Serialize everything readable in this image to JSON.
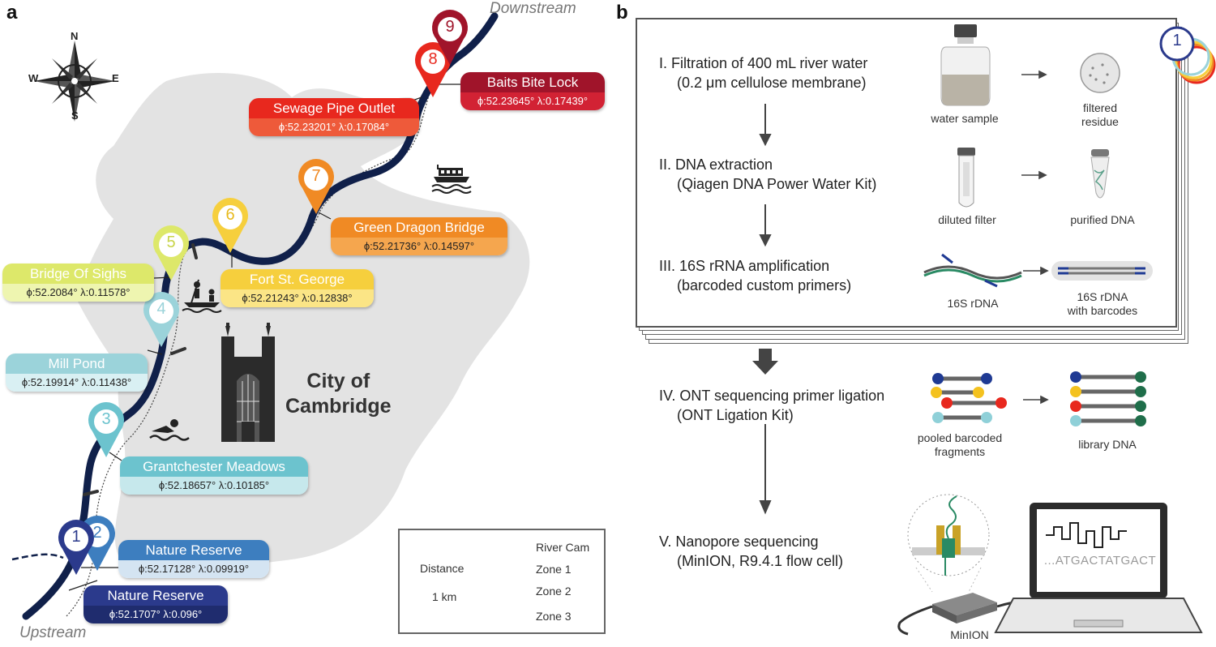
{
  "panel_a": {
    "letter": "a",
    "compass": {
      "n": "N",
      "s": "S",
      "e": "E",
      "w": "W"
    },
    "downstream": "Downstream",
    "upstream": "Upstream",
    "city": "City of\nCambridge",
    "sites": [
      {
        "num": "1",
        "name": "Nature Reserve",
        "coords": "ϕ:52.1707° λ:0.096°",
        "color": "#2b3a8c",
        "coordColor": "#1f2c6e"
      },
      {
        "num": "2",
        "name": "Nature Reserve",
        "coords": "ϕ:52.17128° λ:0.09919°",
        "color": "#3d7ebf",
        "coordColor": "#d4e4f2"
      },
      {
        "num": "3",
        "name": "Grantchester Meadows",
        "coords": "ϕ:52.18657° λ:0.10185°",
        "color": "#6cc3ce",
        "coordColor": "#c6e8ec"
      },
      {
        "num": "4",
        "name": "Mill Pond",
        "coords": "ϕ:52.19914° λ:0.11438°",
        "color": "#9bd3da",
        "coordColor": "#d9f0f3"
      },
      {
        "num": "5",
        "name": "Bridge Of Sighs",
        "coords": "ϕ:52.2084° λ:0.11578°",
        "color": "#dde86a",
        "coordColor": "#eef5b0"
      },
      {
        "num": "6",
        "name": "Fort St. George",
        "coords": "ϕ:52.21243° λ:0.12838°",
        "color": "#f6cf3d",
        "coordColor": "#fbe586"
      },
      {
        "num": "7",
        "name": "Green Dragon Bridge",
        "coords": "ϕ:52.21736° λ:0.14597°",
        "color": "#f08a24",
        "coordColor": "#f5a64e"
      },
      {
        "num": "8",
        "name": "Sewage Pipe Outlet",
        "coords": "ϕ:52.23201° λ:0.17084°",
        "color": "#e8281e",
        "coordColor": "#ee5a3a"
      },
      {
        "num": "9",
        "name": "Baits Bite Lock",
        "coords": "ϕ:52.23645° λ:0.17439°",
        "color": "#a0142a",
        "coordColor": "#d22234"
      }
    ],
    "legend": {
      "distance": "Distance",
      "scale": "1 km",
      "river": "River Cam",
      "zone1": "Zone 1",
      "zone2": "Zone 2",
      "zone3": "Zone 3",
      "river_color": "#10204a"
    }
  },
  "panel_b": {
    "letter": "b",
    "stack_badge": "1",
    "steps": [
      {
        "title": "I. Filtration of 400 mL river water",
        "sub": "(0.2 μm cellulose membrane)"
      },
      {
        "title": "II. DNA extraction",
        "sub": "(Qiagen DNA Power Water Kit)"
      },
      {
        "title": "III. 16S rRNA amplification",
        "sub": "(barcoded custom primers)"
      },
      {
        "title": "IV. ONT sequencing primer ligation",
        "sub": "(ONT Ligation Kit)"
      },
      {
        "title": "V. Nanopore sequencing",
        "sub": "(MinION, R9.4.1 flow cell)"
      }
    ],
    "captions": {
      "water_sample": "water sample",
      "filtered_residue": "filtered\nresidue",
      "diluted_filter": "diluted filter",
      "purified_dna": "purified DNA",
      "rdna": "16S rDNA",
      "rdna_barcodes": "16S rDNA\nwith barcodes",
      "pooled": "pooled barcoded\nfragments",
      "library": "library DNA",
      "minion": "MinION",
      "sequence": "...ATGACTATGACT"
    },
    "fragment_colors": [
      "#1f3a93",
      "#f4c21f",
      "#e8281e",
      "#8fd0d8",
      "#1f6e4a"
    ]
  }
}
